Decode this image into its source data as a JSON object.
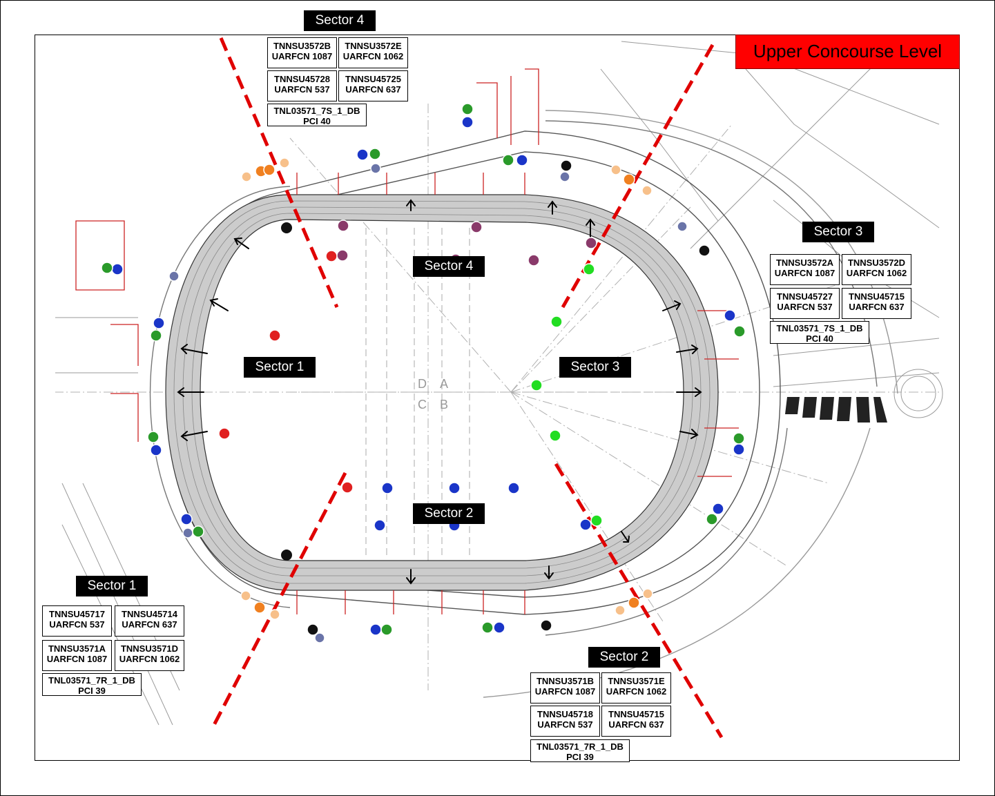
{
  "title": "Upper Concourse Level",
  "colors": {
    "title_bg": "#ff0000",
    "sector_line": "#e00000",
    "seating": "#cfcfcf",
    "red_marker": "#e02020",
    "blue_marker": "#1a35c8",
    "green_marker": "#2a9a2a",
    "lime_marker": "#22dd22",
    "purple_marker": "#8a3a6a",
    "orange_marker": "#f08020",
    "black_marker": "#111111"
  },
  "field_labels": {
    "sector_1": "Sector 1",
    "sector_2": "Sector 2",
    "sector_3": "Sector 3",
    "sector_4": "Sector 4"
  },
  "sector_4": {
    "heading": "Sector 4",
    "cells": [
      {
        "name": "TNNSU3572B",
        "value": "UARFCN 1087"
      },
      {
        "name": "TNNSU3572E",
        "value": "UARFCN 1062"
      },
      {
        "name": "TNNSU45728",
        "value": "UARFCN 537"
      },
      {
        "name": "TNNSU45725",
        "value": "UARFCN 637"
      },
      {
        "name": "TNL03571_7S_1_DB",
        "value": "PCI 40"
      }
    ]
  },
  "sector_3": {
    "heading": "Sector 3",
    "cells": [
      {
        "name": "TNNSU3572A",
        "value": "UARFCN 1087"
      },
      {
        "name": "TNNSU3572D",
        "value": "UARFCN 1062"
      },
      {
        "name": "TNNSU45727",
        "value": "UARFCN 537"
      },
      {
        "name": "TNNSU45715",
        "value": "UARFCN 637"
      },
      {
        "name": "TNL03571_7S_1_DB",
        "value": "PCI 40"
      }
    ]
  },
  "sector_1": {
    "heading": "Sector 1",
    "cells": [
      {
        "name": "TNNSU45717",
        "value": "UARFCN 537"
      },
      {
        "name": "TNNSU45714",
        "value": "UARFCN 637"
      },
      {
        "name": "TNNSU3571A",
        "value": "UARFCN 1087"
      },
      {
        "name": "TNNSU3571D",
        "value": "UARFCN 1062"
      },
      {
        "name": "TNL03571_7R_1_DB",
        "value": "PCI 39"
      }
    ]
  },
  "sector_2": {
    "heading": "Sector 2",
    "cells": [
      {
        "name": "TNNSU3571B",
        "value": "UARFCN 1087"
      },
      {
        "name": "TNNSU3571E",
        "value": "UARFCN 1062"
      },
      {
        "name": "TNNSU45718",
        "value": "UARFCN 537"
      },
      {
        "name": "TNNSU45715",
        "value": "UARFCN 637"
      },
      {
        "name": "TNL03571_7R_1_DB",
        "value": "PCI 39"
      }
    ]
  }
}
